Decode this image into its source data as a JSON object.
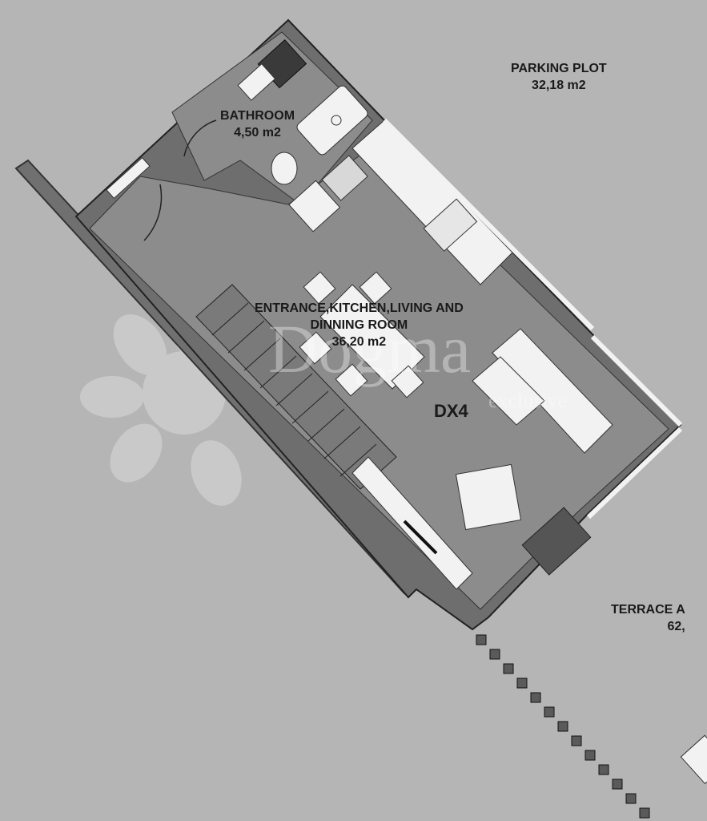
{
  "rooms": {
    "bathroom": {
      "name": "BATHROOM",
      "area": "4,50 m2"
    },
    "main": {
      "name_line1": "ENTRANCE,KITCHEN,LIVING AND",
      "name_line2": "DINNING ROOM",
      "area": "36,20 m2"
    },
    "parking": {
      "name": "PARKING PLOT",
      "area": "32,18 m2"
    },
    "terrace": {
      "name": "TERRACE A",
      "area": "62,"
    }
  },
  "unit_code": "DX4",
  "watermark": {
    "brand": "Dogma",
    "tagline": "exclusive"
  },
  "colors": {
    "background": "#b5b5b5",
    "floor": "#8c8c8c",
    "wall": "#6e6e6e",
    "fixture": "#f2f2f2",
    "text": "#1a1a1a"
  }
}
